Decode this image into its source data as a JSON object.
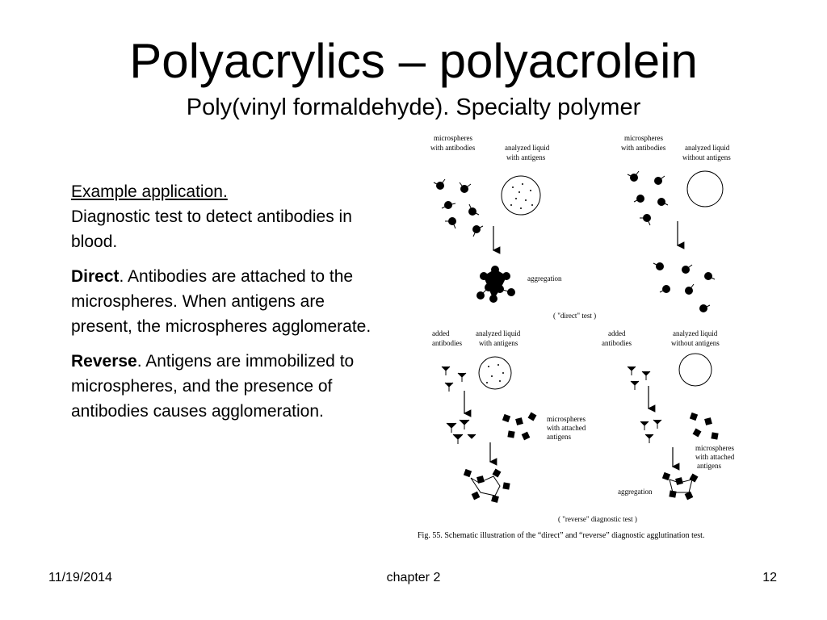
{
  "slide": {
    "title": "Polyacrylics – polyacrolein",
    "subtitle": "Poly(vinyl formaldehyde). Specialty polymer"
  },
  "text": {
    "example_heading": "Example application.",
    "example_body": "Diagnostic test to detect antibodies in blood.",
    "direct_term": "Direct",
    "direct_body": ".  Antibodies are attached to the microspheres. When antigens are present, the microspheres agglomerate.",
    "reverse_term": "Reverse",
    "reverse_body": ".  Antigens are immobilized to microspheres, and the presence of antibodies causes agglomeration."
  },
  "figure": {
    "microspheres_with_antibodies_1": "microspheres",
    "microspheres_with_antibodies_2": "with antibodies",
    "analyzed_liquid": "analyzed liquid",
    "with_antigens": "with antigens",
    "without_antigens": "without antigens",
    "aggregation": "aggregation",
    "direct_test": "( \"direct\" test )",
    "added": "added",
    "antibodies": "antibodies",
    "microspheres": "microspheres",
    "with_attached": "with attached",
    "antigens": "antigens",
    "reverse_test": "( \"reverse\" diagnostic test )",
    "caption": "Fig. 55. Schematic illustration of the “direct” and “reverse” diagnostic agglutination test."
  },
  "footer": {
    "date": "11/19/2014",
    "chapter": "chapter 2",
    "page": "12"
  }
}
